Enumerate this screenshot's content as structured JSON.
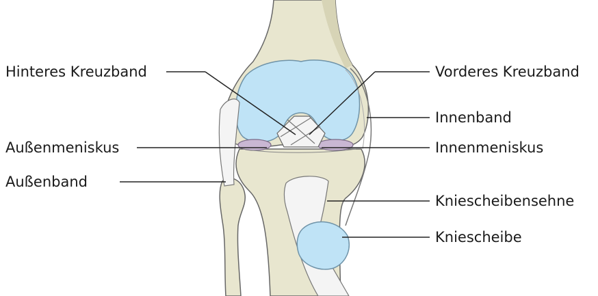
{
  "labels": {
    "hinteres_kreuzband": "Hinteres Kreuzband",
    "vorderes_kreuzband": "Vorderes Kreuzband",
    "innenband": "Innenband",
    "aussenmeniskus": "Außenmeniskus",
    "innenmeniskus": "Innenmeniskus",
    "aussenband": "Außenband",
    "kniescheibensehne": "Kniescheibensehne",
    "kniescheibe": "Kniescheibe"
  },
  "colors": {
    "bone": "#e8e6cf",
    "bone_shade": "#d7d4b6",
    "cartilage": "#bfe3f6",
    "meniscus": "#c9b7d3",
    "ligament": "#f4f4f4",
    "outline": "#555555",
    "leader": "#222222"
  }
}
